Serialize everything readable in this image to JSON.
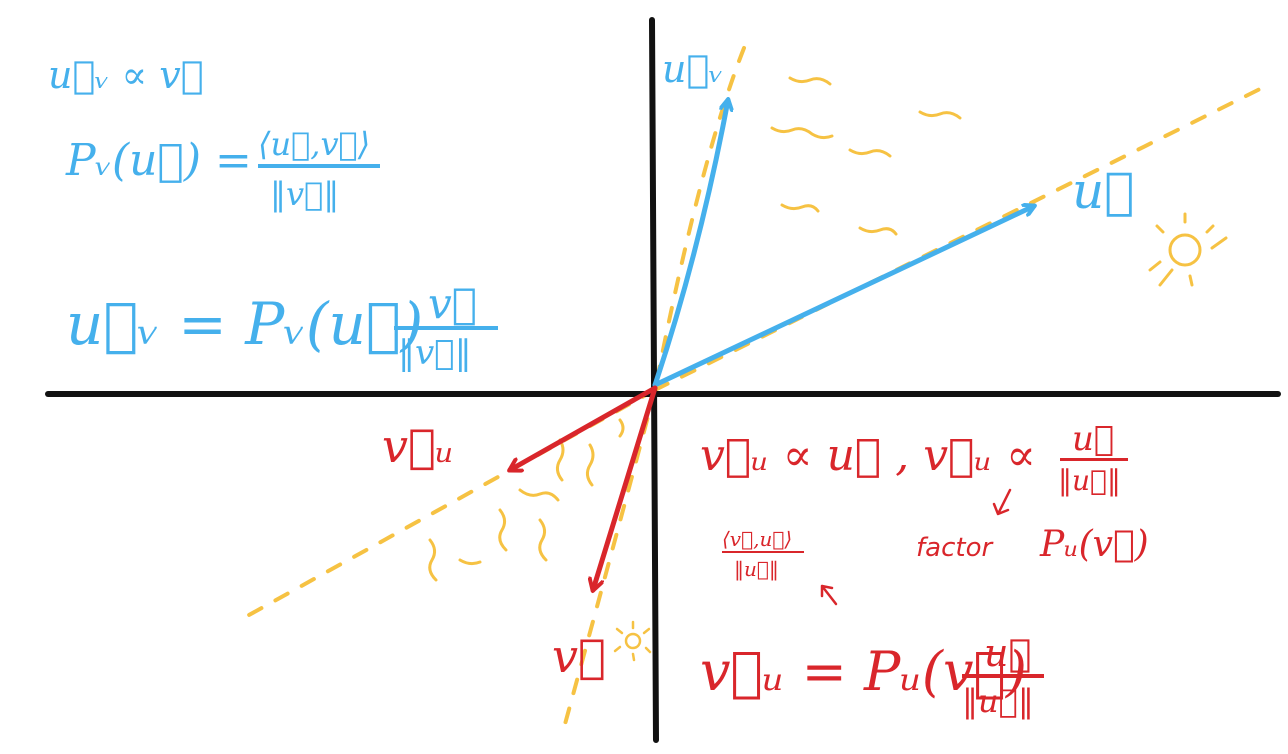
{
  "colors": {
    "blue": "#45b0ec",
    "red": "#d9262b",
    "yellow": "#f6c243",
    "axis": "#111111",
    "background": "#ffffff"
  },
  "blue_formulas": {
    "proportional": "u⃗ᵥ ∝ v⃗",
    "projection_lhs": "Pᵥ(u⃗) =",
    "projection_num": "⟨u⃗,v⃗⟩",
    "projection_den": "‖v⃗‖",
    "component_lhs": "u⃗ᵥ = Pᵥ(u⃗)",
    "component_num": "v⃗",
    "component_den": "‖v⃗‖"
  },
  "blue_labels": {
    "u_v": "u⃗ᵥ",
    "u": "u⃗"
  },
  "red_labels": {
    "v_u": "v⃗ᵤ",
    "v": "v⃗"
  },
  "red_formulas": {
    "proportional": "v⃗ᵤ ∝ u⃗ , v⃗ᵤ ∝",
    "prop_num": "u⃗",
    "prop_den": "‖u⃗‖",
    "factor_word": "factor",
    "factor_expr": "Pᵤ(v⃗)",
    "small_num": "⟨v⃗,u⃗⟩",
    "small_den": "‖u⃗‖",
    "component_lhs": "v⃗ᵤ = Pᵤ(v⃗)",
    "component_num": "u⃗",
    "component_den": "‖u⃗‖"
  },
  "icons": [
    "sun-icon",
    "sun-icon-small"
  ]
}
